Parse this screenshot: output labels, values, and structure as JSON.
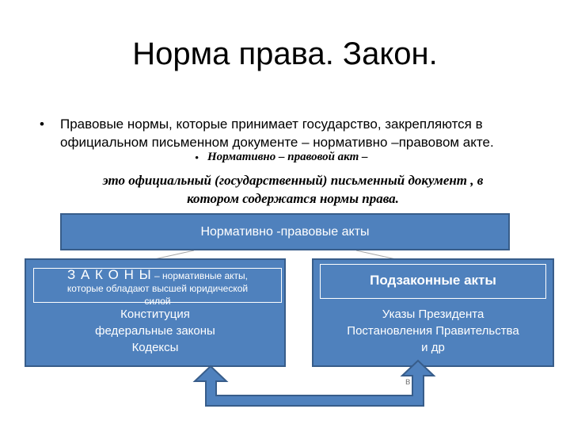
{
  "title": "Норма права. Закон.",
  "bullet": {
    "line1": "Правовые нормы, которые принимает  государство, закрепляются в",
    "line2": "официальном письменном документе – нормативно –правовом акте."
  },
  "definition": {
    "term": "Нормативно – правовой акт –",
    "body_line1": "это официальный (государственный) письменный документ , в",
    "body_line2": "котором  содержатся нормы права."
  },
  "diagram": {
    "top_box": "Нормативно -правовые  акты",
    "laws": {
      "heading": "З А К О Н Ы",
      "description_line1": " – нормативные акты,",
      "description_line2": "которые обладают высшей юридической",
      "description_line3": "силой",
      "items": [
        "Конституция",
        "федеральные законы",
        "Кодексы"
      ]
    },
    "bylaws": {
      "heading": "Подзаконные акты",
      "items": [
        "Указы Президента",
        "Постановления Правительства",
        "и др"
      ]
    },
    "stray_label": "в"
  },
  "colors": {
    "box_fill": "#4f81bd",
    "box_border": "#385d8a",
    "text": "#000000"
  }
}
